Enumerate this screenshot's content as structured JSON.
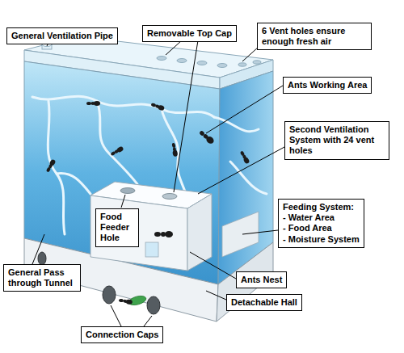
{
  "diagram": {
    "nodes": [
      {
        "text": [
          "General Ventilation Pipe"
        ]
      },
      {
        "text": [
          "Removable Top Cap"
        ]
      },
      {
        "text": [
          "6 Vent holes ensure enough fresh air"
        ]
      },
      {
        "text": [
          "Ants Working Area"
        ]
      },
      {
        "text": [
          "Second Ventilation System with 24 vent holes"
        ]
      },
      {
        "text": [
          "Feeding System:",
          "- Water Area",
          "- Food Area",
          "- Moisture System"
        ]
      },
      {
        "text": [
          "Food Feeder Hole"
        ]
      },
      {
        "text": [
          "General Pass through Tunnel"
        ]
      },
      {
        "text": [
          "Ants Nest"
        ]
      },
      {
        "text": [
          "Detachable Hall"
        ]
      },
      {
        "text": [
          "Connection Caps"
        ]
      }
    ]
  }
}
